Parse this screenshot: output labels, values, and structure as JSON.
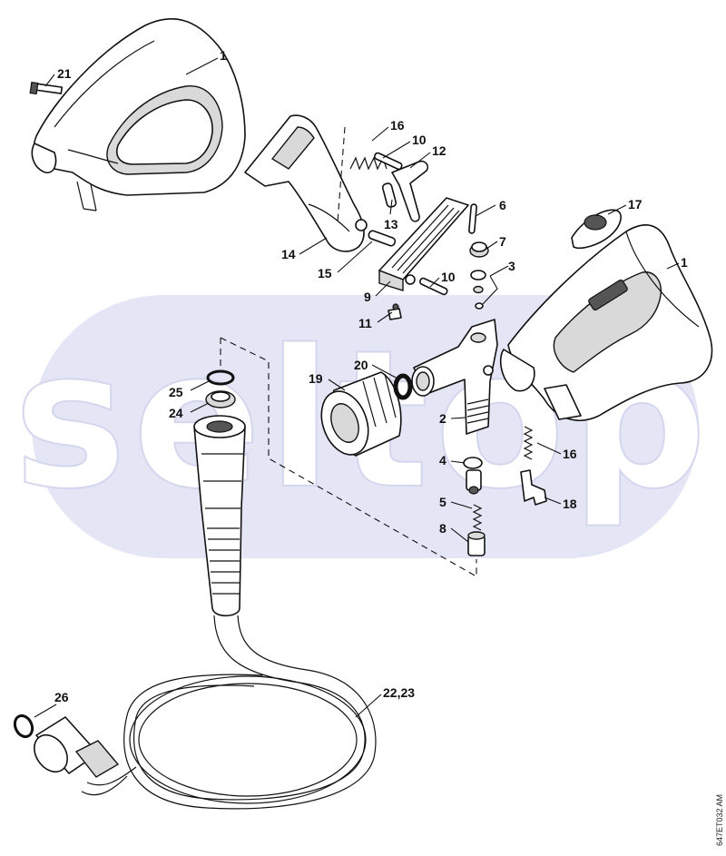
{
  "watermark": {
    "text": "seltop",
    "color": "#e4e6f6"
  },
  "drawing_code": "647ET032 AM",
  "callouts": [
    {
      "id": "c1a",
      "text": "1"
    },
    {
      "id": "c21",
      "text": "21"
    },
    {
      "id": "c16a",
      "text": "16"
    },
    {
      "id": "c10a",
      "text": "10"
    },
    {
      "id": "c12",
      "text": "12"
    },
    {
      "id": "c13",
      "text": "13"
    },
    {
      "id": "c14",
      "text": "14"
    },
    {
      "id": "c15",
      "text": "15"
    },
    {
      "id": "c9",
      "text": "9"
    },
    {
      "id": "c10b",
      "text": "10"
    },
    {
      "id": "c11",
      "text": "11"
    },
    {
      "id": "c6",
      "text": "6"
    },
    {
      "id": "c7",
      "text": "7"
    },
    {
      "id": "c3",
      "text": "3"
    },
    {
      "id": "c17",
      "text": "17"
    },
    {
      "id": "c1b",
      "text": "1"
    },
    {
      "id": "c19",
      "text": "19"
    },
    {
      "id": "c20",
      "text": "20"
    },
    {
      "id": "c25",
      "text": "25"
    },
    {
      "id": "c24",
      "text": "24"
    },
    {
      "id": "c2",
      "text": "2"
    },
    {
      "id": "c4",
      "text": "4"
    },
    {
      "id": "c5",
      "text": "5"
    },
    {
      "id": "c8",
      "text": "8"
    },
    {
      "id": "c16b",
      "text": "16"
    },
    {
      "id": "c18",
      "text": "18"
    },
    {
      "id": "c26",
      "text": "26"
    },
    {
      "id": "c2223",
      "text": "22,23"
    }
  ]
}
